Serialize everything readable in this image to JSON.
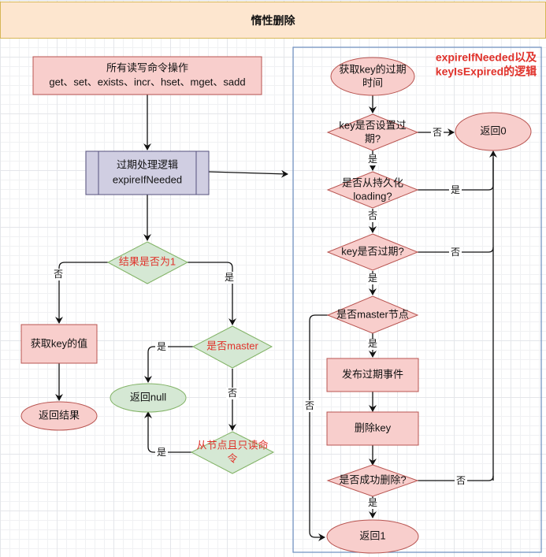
{
  "title": "惰性删除",
  "colors": {
    "header_fill": "#fde6cf",
    "header_border": "#d6b656",
    "pink_fill": "#f8cecc",
    "pink_stroke": "#b85450",
    "green_fill": "#d5e8d4",
    "green_stroke": "#82b366",
    "purple_fill": "#d0cee2",
    "purple_stroke": "#56517e",
    "group_border": "#6c8ebf",
    "red_text": "#e0322b"
  },
  "left_flow": {
    "commands": {
      "line1": "所有读写命令操作",
      "line2": "get、set、exists、incr、hset、mget、sadd"
    },
    "expire_process": {
      "line1": "过期处理逻辑",
      "line2": "expireIfNeeded"
    },
    "decision_result": "结果是否为1",
    "get_value": "获取key的值",
    "return_result": "返回结果",
    "decision_master": "是否master",
    "return_null": "返回null",
    "decision_slave": {
      "line1": "从节点且只读命",
      "line2": "令"
    },
    "edge_labels": {
      "result_no": "否",
      "result_yes": "是",
      "master_yes": "是",
      "master_no": "否",
      "slave_yes": "是"
    }
  },
  "right_flow": {
    "group_title": {
      "line1": "expireIfNeeded以及",
      "line2": "keyIsExpired的逻辑"
    },
    "get_expire": {
      "line1": "获取key的过期",
      "line2": "时间"
    },
    "decision_has_expire": {
      "line1": "key是否设置过",
      "line2": "期?"
    },
    "return_0": "返回0",
    "decision_loading": {
      "line1": "是否从持久化",
      "line2": "loading?"
    },
    "decision_expired": "key是否过期?",
    "decision_master_node": "是否master节点",
    "publish_event": "发布过期事件",
    "delete_key": "删除key",
    "decision_deleted": "是否成功删除?",
    "return_1": "返回1",
    "edge_labels": {
      "has_expire_no": "否",
      "has_expire_yes": "是",
      "loading_yes": "是",
      "loading_no": "否",
      "expired_no": "否",
      "expired_yes": "是",
      "master_node_yes": "是",
      "master_node_no": "否",
      "deleted_no": "否",
      "deleted_yes": "是"
    }
  }
}
